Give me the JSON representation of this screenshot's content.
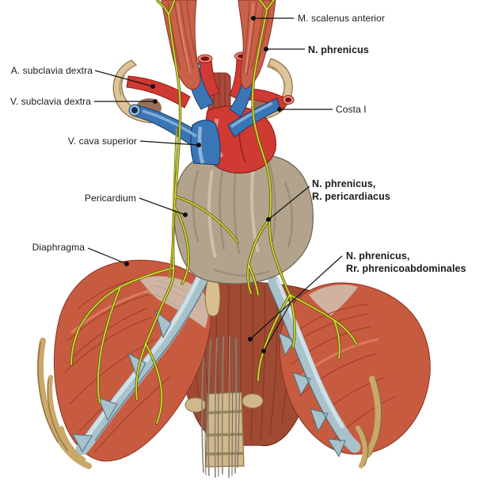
{
  "figure": {
    "type": "anatomical-illustration",
    "subject": "Phrenic nerve, pericardium and diaphragm (anterior view)"
  },
  "labels": {
    "m_scalenus_anterior": {
      "text": "M. scalenus anterior",
      "emphasis": "regular"
    },
    "n_phrenicus": {
      "text": "N. phrenicus",
      "emphasis": "bold"
    },
    "a_subclavia_dextra": {
      "text": "A. subclavia dextra",
      "emphasis": "regular"
    },
    "v_subclavia_dextra": {
      "text": "V. subclavia dextra",
      "emphasis": "regular"
    },
    "costa_i": {
      "text": "Costa I",
      "emphasis": "regular"
    },
    "v_cava_superior": {
      "text": "V. cava superior",
      "emphasis": "regular"
    },
    "pericardium": {
      "text": "Pericardium",
      "emphasis": "regular"
    },
    "n_phrenicus_r_pericardiacus": {
      "text": "N. phrenicus,\nR. pericardiacus",
      "emphasis": "bold"
    },
    "diaphragma": {
      "text": "Diaphragma",
      "emphasis": "regular"
    },
    "n_phrenicus_rr_phrenicoabdominales": {
      "text": "N. phrenicus,\nRr. phrenicoabdominales",
      "emphasis": "bold"
    }
  },
  "colors": {
    "background": "#ffffff",
    "label_text": "#1a1a1a",
    "leader_line": "#111111",
    "muscle_red": "#c75b40",
    "muscle_stripe": "#a13a26",
    "artery_red": "#cf3a33",
    "vein_blue": "#3a76b5",
    "nerve_yellow": "#d8dc34",
    "bone_tan": "#dcc59a",
    "pericardium_tan": "#b2a48c",
    "cartilage_blue_gray": "#a8c2cc",
    "central_muscle": "#a04a33"
  }
}
